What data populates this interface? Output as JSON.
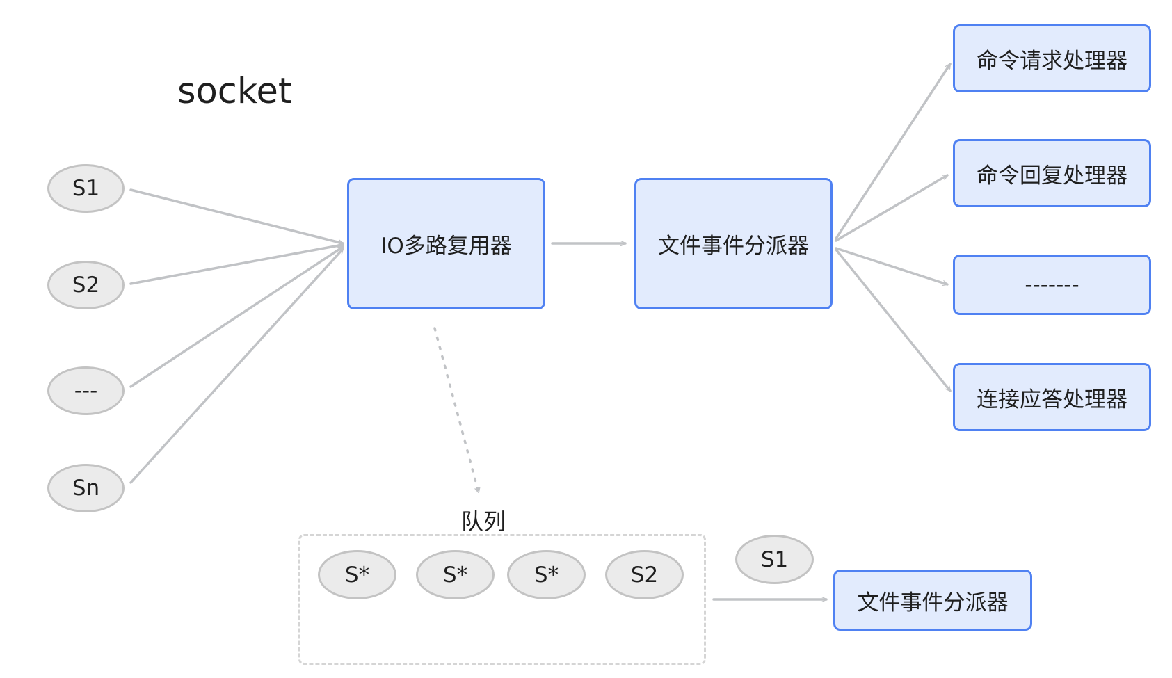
{
  "title": "socket",
  "sockets": [
    "S1",
    "S2",
    "---",
    "Sn"
  ],
  "multiplexer": "IO多路复用器",
  "dispatcher": "文件事件分派器",
  "handlers": [
    "命令请求处理器",
    "命令回复处理器",
    "-------",
    "连接应答处理器"
  ],
  "queue": {
    "label": "队列",
    "items": [
      "S*",
      "S*",
      "S*",
      "S2"
    ]
  },
  "outgoing_socket": "S1",
  "dispatcher_bottom": "文件事件分派器",
  "colors": {
    "box_border": "#4f81f2",
    "box_fill": "#e2ebfd",
    "ellipse_border": "#c3c3c3",
    "ellipse_fill": "#ebebeb",
    "arrow": "#c1c3c6"
  }
}
